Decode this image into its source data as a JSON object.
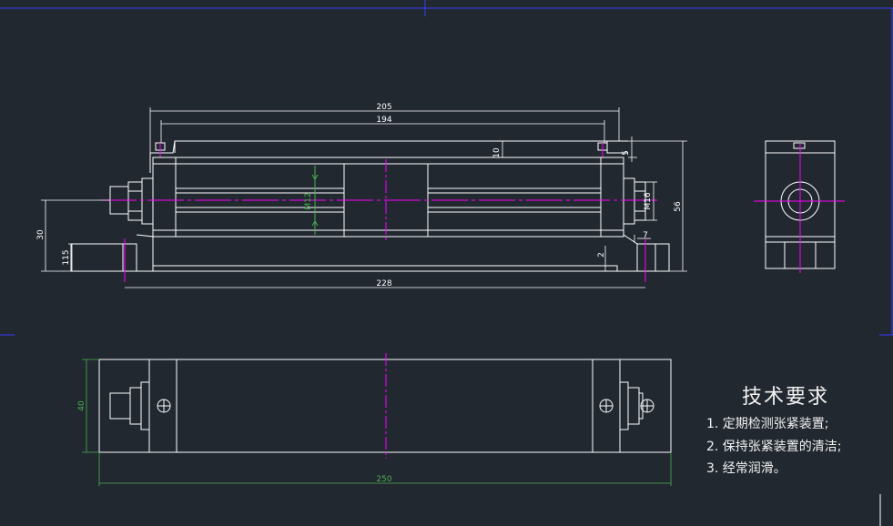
{
  "colors": {
    "background": "#212830",
    "outline": "#ffffff",
    "centerline": "#ff00ff",
    "dimension": "#ffffff",
    "dimension_green": "#4caf50",
    "frame": "#3b3bff"
  },
  "dimensions": {
    "top_overall_205": "205",
    "top_inner_194": "194",
    "height_10": "10",
    "height_5": "5",
    "height_56": "56",
    "thread_m16": "M16",
    "thread_m12": "M12",
    "height_30": "30",
    "height_115": "115",
    "height_2": "2",
    "width_7": "7",
    "length_228": "228",
    "width_40": "40",
    "length_250": "250"
  },
  "tech_requirements": {
    "title": "技术要求",
    "items": [
      "1. 定期检测张紧装置;",
      "2. 保持张紧装置的清洁;",
      "3. 经常润滑。"
    ]
  }
}
